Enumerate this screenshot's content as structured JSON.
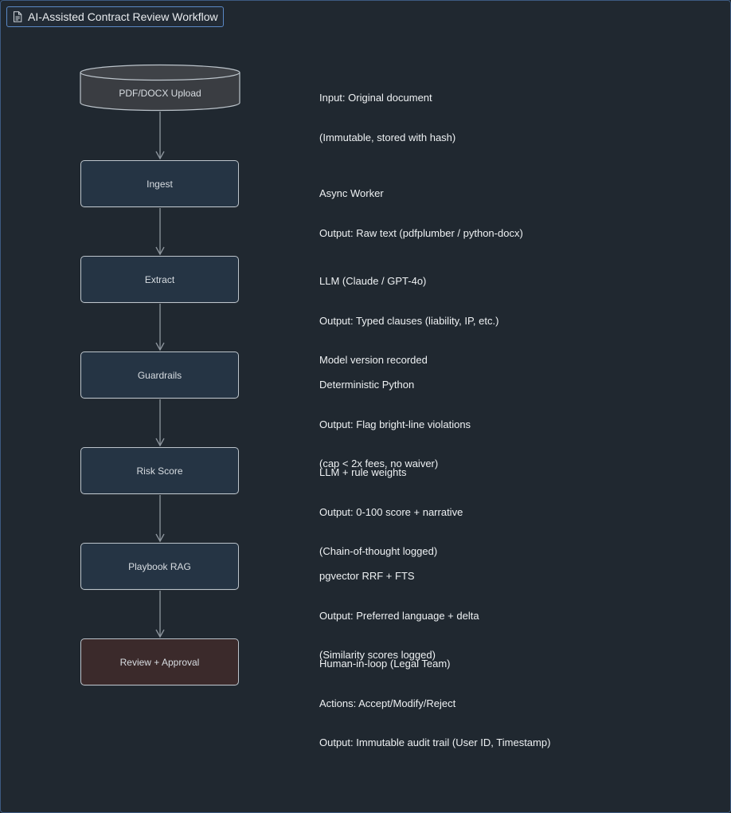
{
  "header": {
    "title": "AI-Assisted Contract Review Workflow",
    "icon": "document-icon"
  },
  "colors": {
    "background": "#202830",
    "node_fill": "#253444",
    "review_fill": "#3b2a2b",
    "node_border": "#bcc4cb",
    "edge": "#8e969e",
    "title_border": "#5a89c6"
  },
  "nodes": [
    {
      "id": "upload",
      "label": "PDF/DOCX Upload",
      "shape": "cylinder"
    },
    {
      "id": "ingest",
      "label": "Ingest",
      "shape": "rounded-rect"
    },
    {
      "id": "extract",
      "label": "Extract",
      "shape": "rounded-rect"
    },
    {
      "id": "guardrails",
      "label": "Guardrails",
      "shape": "rounded-rect"
    },
    {
      "id": "risk",
      "label": "Risk Score",
      "shape": "rounded-rect"
    },
    {
      "id": "playbook",
      "label": "Playbook RAG",
      "shape": "rounded-rect"
    },
    {
      "id": "review",
      "label": "Review + Approval",
      "shape": "rounded-rect"
    }
  ],
  "edges": [
    {
      "from": "upload",
      "to": "ingest"
    },
    {
      "from": "ingest",
      "to": "extract"
    },
    {
      "from": "extract",
      "to": "guardrails"
    },
    {
      "from": "guardrails",
      "to": "risk"
    },
    {
      "from": "risk",
      "to": "playbook"
    },
    {
      "from": "playbook",
      "to": "review"
    }
  ],
  "notes": [
    {
      "for": "upload",
      "lines": [
        "Input: Original document",
        "(Immutable, stored with hash)"
      ]
    },
    {
      "for": "ingest",
      "lines": [
        "Async Worker",
        "Output: Raw text (pdfplumber / python-docx)"
      ]
    },
    {
      "for": "extract",
      "lines": [
        "LLM (Claude / GPT-4o)",
        "Output: Typed clauses (liability, IP, etc.)",
        "Model version recorded"
      ]
    },
    {
      "for": "guardrails",
      "lines": [
        "Deterministic Python",
        "Output: Flag bright-line violations",
        "(cap < 2x fees, no waiver)"
      ]
    },
    {
      "for": "risk",
      "lines": [
        "LLM + rule weights",
        "Output: 0-100 score + narrative",
        "(Chain-of-thought logged)"
      ]
    },
    {
      "for": "playbook",
      "lines": [
        "pgvector RRF + FTS",
        "Output: Preferred language + delta",
        "(Similarity scores logged)"
      ]
    },
    {
      "for": "review",
      "lines": [
        "Human-in-loop (Legal Team)",
        "Actions: Accept/Modify/Reject",
        "Output: Immutable audit trail (User ID, Timestamp)"
      ]
    }
  ]
}
